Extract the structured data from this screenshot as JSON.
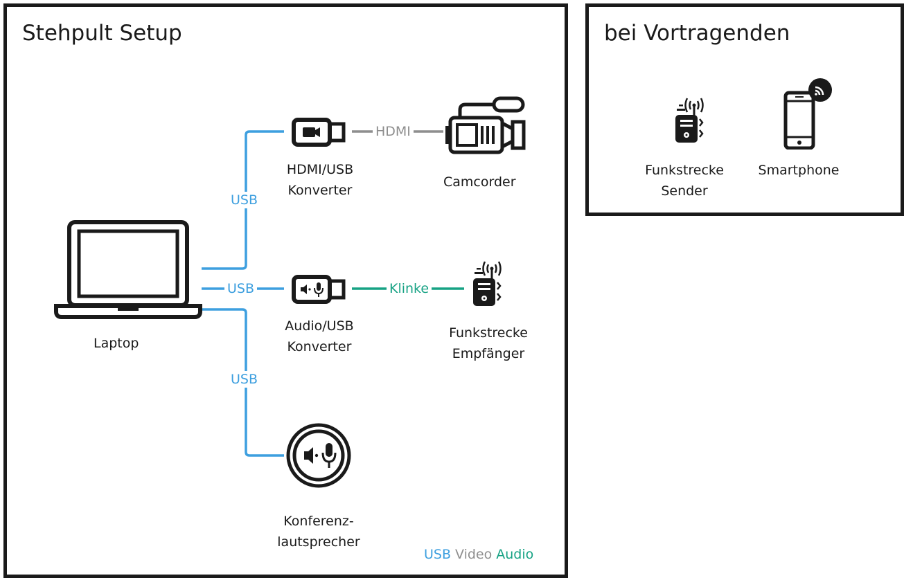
{
  "colors": {
    "usb": "#3d9fdf",
    "video": "#8e8e8e",
    "audio": "#17a284",
    "ink": "#1a1a1a"
  },
  "main": {
    "title": "Stehpult Setup",
    "laptop_label": "Laptop",
    "hdmi_converter_label": [
      "HDMI/USB",
      "Konverter"
    ],
    "camcorder_label": "Camcorder",
    "audio_converter_label": [
      "Audio/USB",
      "Konverter"
    ],
    "receiver_label": [
      "Funkstrecke",
      "Empfänger"
    ],
    "speaker_label": [
      "Konferenz-",
      "lautsprecher"
    ],
    "wires": {
      "usb_top": "USB",
      "usb_mid": "USB",
      "usb_bottom": "USB",
      "hdmi": "HDMI",
      "klinke": "Klinke"
    },
    "legend": {
      "usb": "USB",
      "video": "Video",
      "audio": "Audio"
    }
  },
  "side": {
    "title": "bei Vortragenden",
    "sender_label": [
      "Funkstrecke",
      "Sender"
    ],
    "smartphone_label": "Smartphone"
  }
}
